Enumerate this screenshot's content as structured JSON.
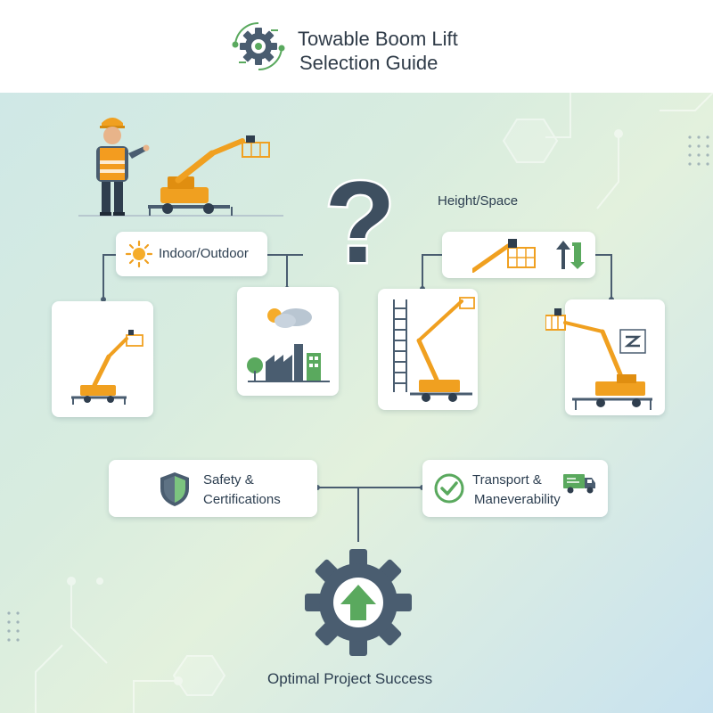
{
  "header": {
    "title_line1": "Towable Boom Lift",
    "title_line2": "Selection Guide"
  },
  "nodes": {
    "indoor_outdoor": "Indoor/Outdoor",
    "height_space": "Height/Space",
    "safety_line1": "Safety &",
    "safety_line2": "Certifications",
    "transport_line1": "Transport &",
    "transport_line2": "Maneverability",
    "outcome": "Optimal Project Success"
  },
  "icons": {
    "logo": "gear-circuit-logo",
    "question": "question-mark-icon",
    "sun": "sun-icon",
    "shield": "shield-icon",
    "check": "check-circle-icon",
    "truck": "delivery-truck-icon",
    "gear": "gear-up-arrow-icon",
    "height": "up-down-arrows-icon",
    "zigzag": "zigzag-icon"
  },
  "colors": {
    "accent_orange": "#f0a020",
    "slate": "#4a5d70",
    "green": "#5aa95e",
    "line": "#4a5d70"
  }
}
